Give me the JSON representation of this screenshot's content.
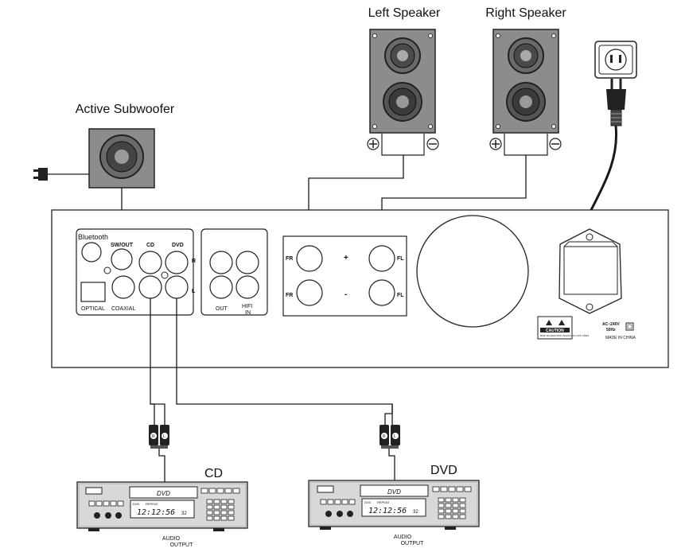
{
  "labels": {
    "left_speaker": "Left Speaker",
    "right_speaker": "Right Speaker",
    "active_subwoofer": "Active Subwoofer",
    "cd_player": "CD",
    "dvd_player": "DVD",
    "audio_output": "AUDIO",
    "audio_output_2": "OUTPUT"
  },
  "panel": {
    "bluetooth": "Bluetooth",
    "sw_out": "SW/OUT",
    "cd": "CD",
    "dvd": "DVD",
    "r": "R",
    "l": "L",
    "optical": "OPTICAL",
    "coaxial": "COAXIAL",
    "out": "OUT",
    "hifi_line1": "HIFI",
    "hifi_line2": "IN",
    "fr": "FR",
    "fl": "FL",
    "plus": "+",
    "minus": "-",
    "caution": "CAUTION",
    "caution_sub": "RISK OF ELECTRIC SHOCK DO NOT OPEN",
    "ac_voltage": "AC~240V",
    "ac_freq": "50Hz",
    "made_in": "MADE IN CHINA"
  },
  "player": {
    "tray_label": "DVD",
    "lcd_small_left": "DVD",
    "lcd_small_right": "REPEAT",
    "lcd_time": "12:12:56",
    "lcd_track": "32"
  },
  "plugs": {
    "left_pin": "L",
    "right_pin": "R"
  },
  "colors": {
    "stroke": "#1a1a1a",
    "panel_fill": "#ffffff",
    "speaker_fill": "#8a8a8a",
    "player_fill": "#dcdcdc"
  }
}
